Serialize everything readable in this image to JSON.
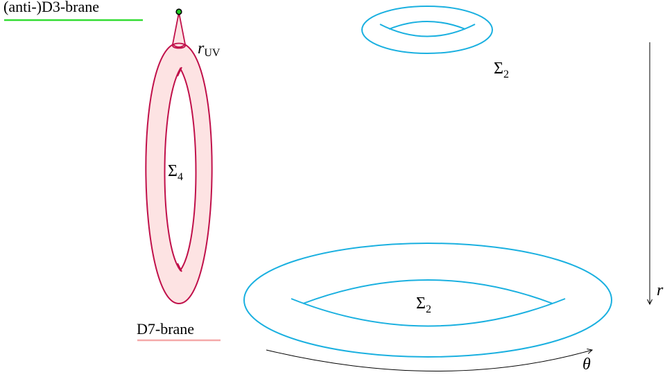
{
  "labels": {
    "d3": "(anti-)D3-brane",
    "d7": "D7-brane",
    "r_uv_main": "r",
    "r_uv_sub": "UV",
    "sigma4_main": "Σ",
    "sigma4_sub": "4",
    "sigma2_top_main": "Σ",
    "sigma2_top_sub": "2",
    "sigma2_bottom_main": "Σ",
    "sigma2_bottom_sub": "2",
    "theta": "θ",
    "r_axis": "r"
  },
  "colors": {
    "d3_underline": "#33dd33",
    "d3_point": "#22cc22",
    "d7_stroke": "#c0104a",
    "d7_fill": "#fde3e3",
    "d7_underline": "#f4a8a8",
    "torus_stroke": "#1ab0e0",
    "axis": "#000000"
  }
}
